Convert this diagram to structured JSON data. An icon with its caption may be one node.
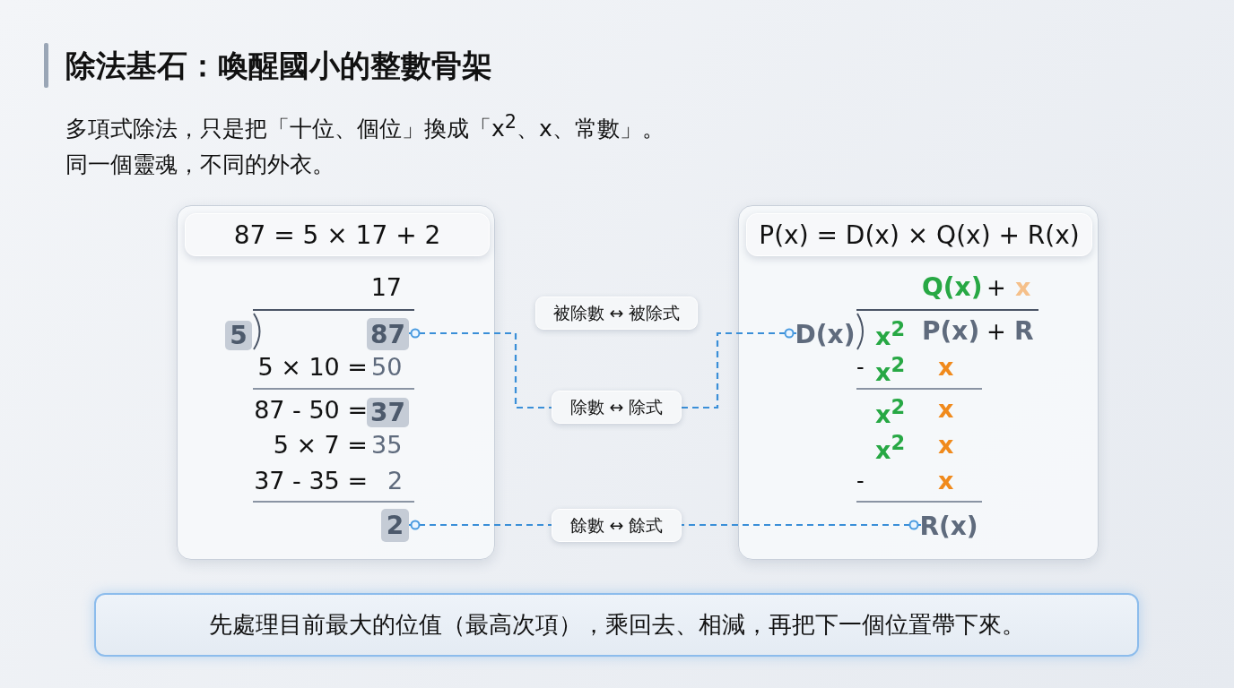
{
  "diagram": {
    "title": "除法基石：喚醒國小的整數骨架",
    "nodes": [
      {
        "text": [],
        "shape": "box"
      },
      {
        "text": [
          "87 = 5 × 17 + 2"
        ],
        "in": 0
      },
      {
        "text": [
          "5"
        ],
        "in": 0
      },
      {
        "text": [
          "87"
        ],
        "in": 0
      },
      {
        "text": [
          "37"
        ],
        "in": 0
      },
      {
        "text": [
          "2"
        ],
        "in": 0
      },
      {
        "text": [],
        "shape": "box"
      },
      {
        "text": [
          "P(x) = D(x) × Q(x) + R(x)"
        ],
        "in": 6
      },
      {
        "text": [
          "D(x)"
        ],
        "in": 6
      },
      {
        "text": [
          "R(x)"
        ],
        "in": 6
      },
      {
        "text": [
          "被除數 ↔ 被除式"
        ]
      },
      {
        "text": [
          "除數 ↔ 除式"
        ]
      },
      {
        "text": [
          "餘數 ↔ 餘式"
        ]
      },
      {
        "text": [
          "先處理目前最大的位值（最高次項），乘回去、相減，再把下一個位置帶下來。"
        ]
      }
    ],
    "edges": [
      {
        "from": 3,
        "to": 11,
        "arrow": "other",
        "style": "dashed"
      },
      {
        "from": 8,
        "to": 11,
        "arrow": "other",
        "style": "dashed"
      },
      {
        "from": 5,
        "to": 12,
        "arrow": "other",
        "style": "dashed"
      },
      {
        "from": 9,
        "to": 12,
        "arrow": "other",
        "style": "dashed"
      }
    ],
    "labels": [
      "多項式除法，只是把「十位、個位」換成「x$^{2}$、x、常數」。",
      "同一個靈魂，不同的外衣。",
      "17",
      "5 × 10 =",
      "50",
      "87 - 50 =",
      "5 × 7 =",
      "35",
      "37 - 35 =",
      "2",
      "Q(x)",
      "+",
      "x",
      "x$^{2}$",
      "P(x)",
      "+",
      "R",
      "-",
      "x$^{2}$",
      "x",
      "x$^{2}$",
      "x",
      "x$^{2}$",
      "x",
      "-",
      "x"
    ]
  }
}
